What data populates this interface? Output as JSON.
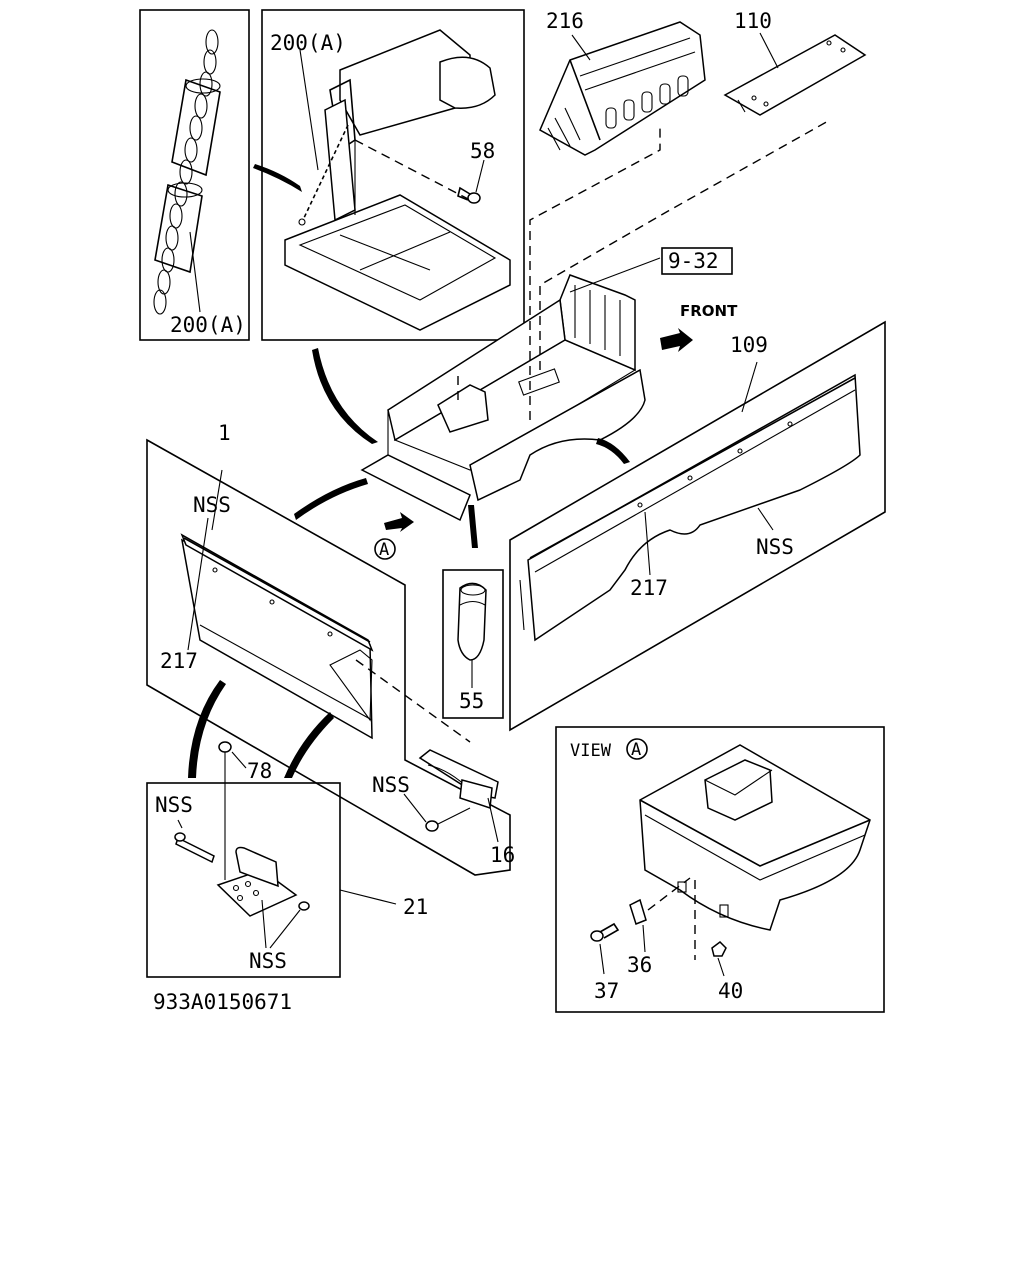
{
  "diagram_code": "933A0150671",
  "callouts": {
    "chain_top": "200(A)",
    "chain_bottom": "200(A)",
    "p216": "216",
    "p110": "110",
    "p58": "58",
    "ref_9_32": "9-32",
    "front": "FRONT",
    "p109": "109",
    "p1": "1",
    "nss_gate": "NSS",
    "view_marker": "A",
    "p217_gate": "217",
    "p217_side": "217",
    "nss_side": "NSS",
    "p55": "55",
    "p78": "78",
    "nss_handle": "NSS",
    "p16": "16",
    "nss_hinge_bolt": "NSS",
    "p21": "21",
    "nss_hinge": "NSS",
    "view_title": "VIEW",
    "view_circle": "A",
    "p36": "36",
    "p37": "37",
    "p40": "40"
  }
}
